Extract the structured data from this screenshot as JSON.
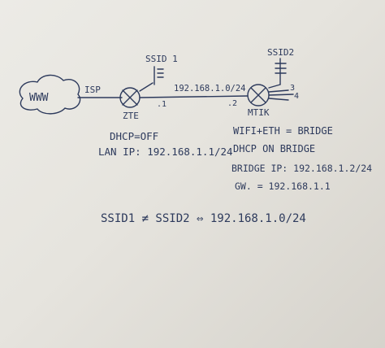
{
  "nodes": {
    "cloud": "WWW",
    "router1": "ZTE",
    "router2": "MTIK"
  },
  "links": {
    "isp": "ISP",
    "subnet": "192.168.1.0/24",
    "port_zte": ".1",
    "port_mtik": ".2",
    "ports_right": [
      "3",
      "4"
    ]
  },
  "wifi": {
    "ssid1": "SSID 1",
    "ssid2": "SSID2"
  },
  "notes_zte": [
    "DHCP=OFF",
    "LAN IP: 192.168.1.1/24"
  ],
  "notes_mtik": [
    "WIFI+ETH = BRIDGE",
    "DHCP ON BRIDGE",
    "BRIDGE IP: 192.168.1.2/24",
    "GW. = 192.168.1.1"
  ],
  "summary": "SSID1 ≠ SSID2 ⇔ 192.168.1.0/24",
  "colors": {
    "paper": "#e8e6e1",
    "ink": "#2d3a5c"
  }
}
